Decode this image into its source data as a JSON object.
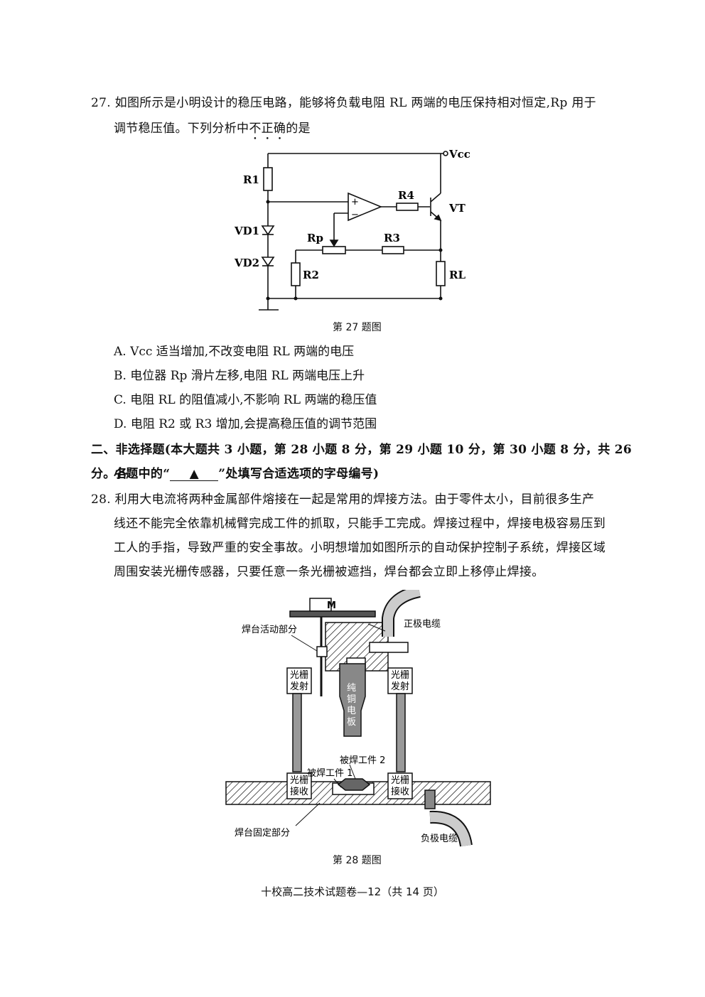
{
  "q27": {
    "number": "27.",
    "line1": "如图所示是小明设计的稳压电路，能够将负载电阻 RL 两端的电压保持相对恒定,Rp 用于",
    "line2_pre": "调节稳压值。下列分析中",
    "line2_emph": "不正确",
    "line2_post": "的是",
    "caption": "第 27 题图",
    "circuit": {
      "vcc": "Vcc",
      "r1": "R1",
      "r4": "R4",
      "vt": "VT",
      "vd1": "VD1",
      "vd2": "VD2",
      "rp": "Rp",
      "r3": "R3",
      "r2": "R2",
      "rl": "RL",
      "plus": "+",
      "minus": "−"
    },
    "options": [
      "A.  Vcc 适当增加,不改变电阻 RL 两端的电压",
      "B.  电位器 Rp 滑片左移,电阻 RL 两端电压上升",
      "C.  电阻 RL 的阻值减小,不影响 RL 两端的稳压值",
      "D.  电阻 R2 或 R3 增加,会提高稳压值的调节范围"
    ]
  },
  "section2": {
    "line1": "二、非选择题(本大题共 3 小题，第 28 小题 8 分，第 29 小题 10 分，第 30 小题 8 分，共 26 分。各",
    "line2_pre": "小题中的“",
    "blank_mark": "▲",
    "line2_post": "”处填写合适选项的字母编号)"
  },
  "q28": {
    "number": "28.",
    "lines": [
      "利用大电流将两种金属部件熔接在一起是常用的焊接方法。由于零件太小，目前很多生产",
      "线还不能完全依靠机械臂完成工件的抓取，只能手工完成。焊接过程中，焊接电极容易压到",
      "工人的手指，导致严重的安全事故。小明想增加如图所示的自动保护控制子系统，焊接区域",
      "周围安装光栅传感器，只要任意一条光栅被遮挡，焊台都会立即上移停止焊接。"
    ],
    "caption": "第 28 题图",
    "figure": {
      "motor": "M",
      "movable_part": "焊台活动部分",
      "positive_cable": "正极电缆",
      "emitter_left_1": "光栅",
      "emitter_left_2": "发射",
      "emitter_right_1": "光栅",
      "emitter_right_2": "发射",
      "electrode_1": "纯",
      "electrode_2": "铜",
      "electrode_3": "电",
      "electrode_4": "板",
      "workpiece2": "被焊工件 2",
      "workpiece1": "被焊工件 1",
      "receiver_left_1": "光栅",
      "receiver_left_2": "接收",
      "receiver_right_1": "光栅",
      "receiver_right_2": "接收",
      "fixed_part": "焊台固定部分",
      "negative_cable": "负极电缆"
    }
  },
  "footer": "十校高二技术试题卷—12（共 14 页）"
}
